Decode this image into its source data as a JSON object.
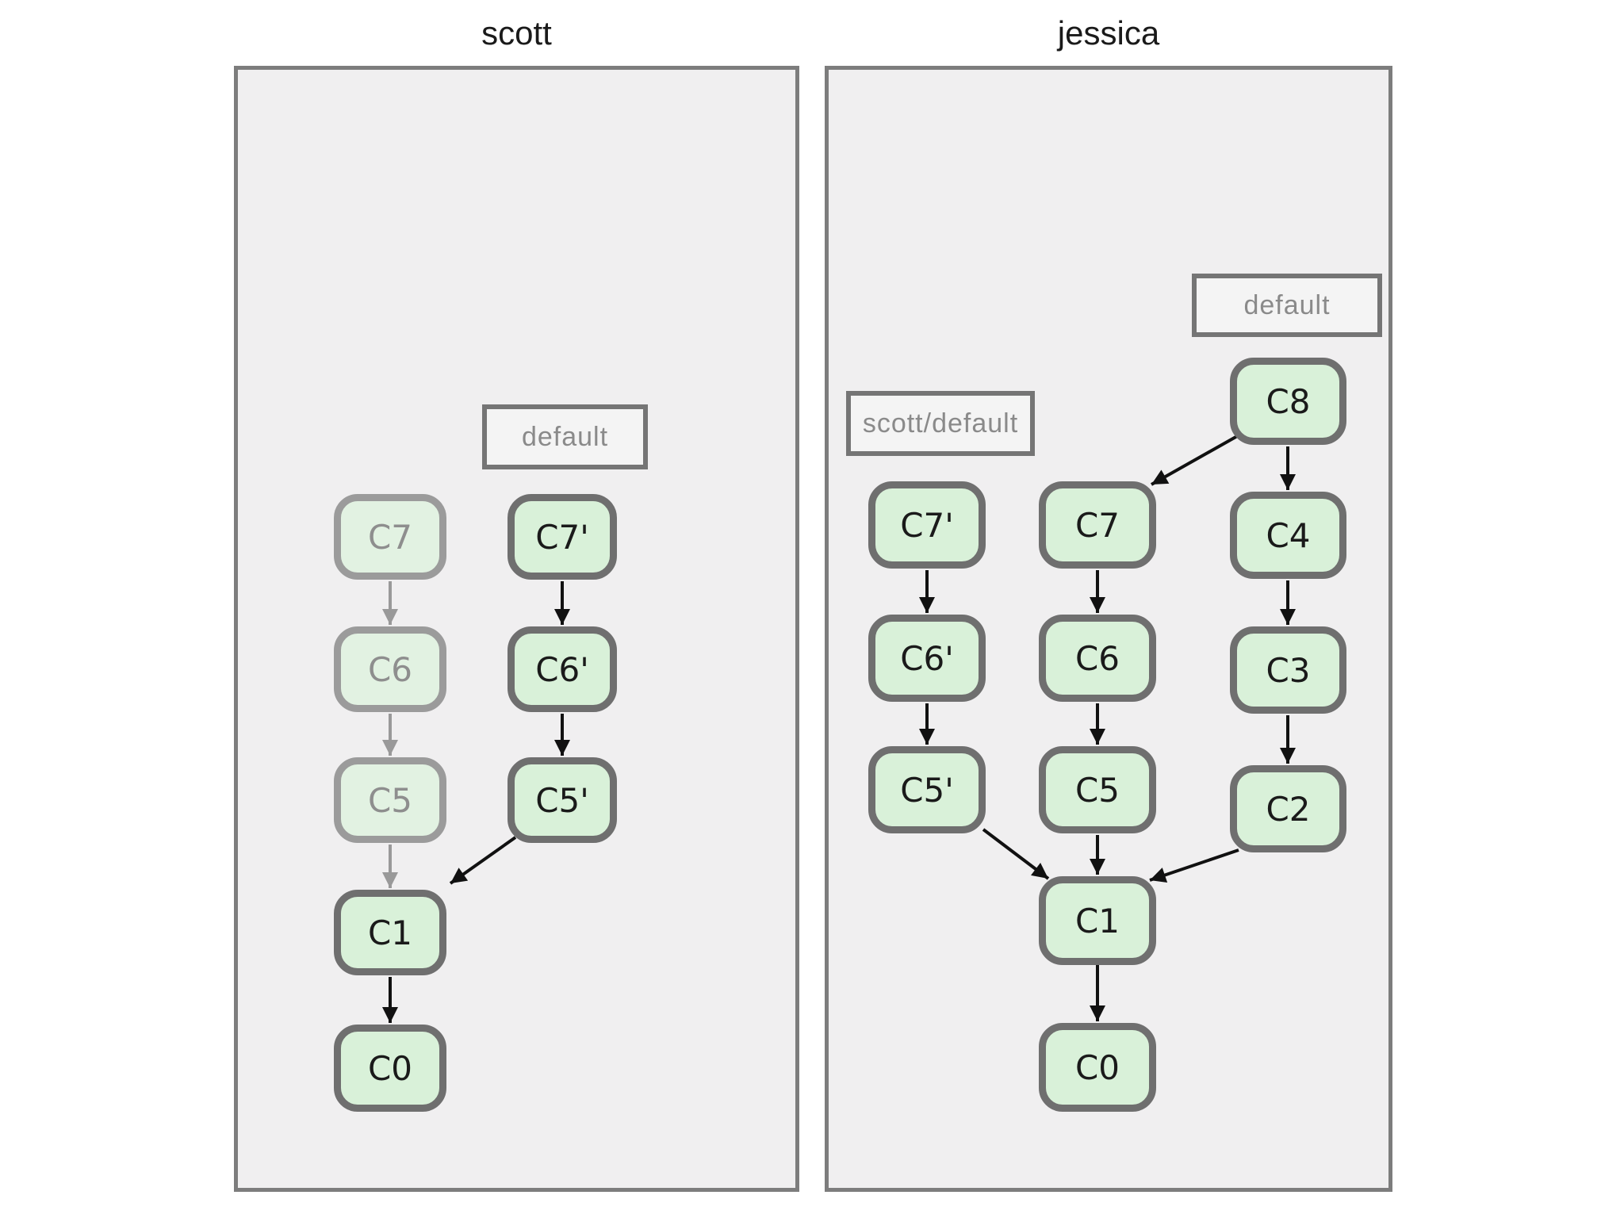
{
  "diagram": {
    "type": "git-commit-graph",
    "panels": [
      {
        "title": "scott",
        "branch_labels": [
          {
            "text": "default",
            "attached_to": "C7'"
          }
        ],
        "nodes": [
          {
            "label": "C7",
            "state": "faded"
          },
          {
            "label": "C6",
            "state": "faded"
          },
          {
            "label": "C5",
            "state": "faded"
          },
          {
            "label": "C1",
            "state": "normal"
          },
          {
            "label": "C0",
            "state": "normal"
          },
          {
            "label": "C7'",
            "state": "normal"
          },
          {
            "label": "C6'",
            "state": "normal"
          },
          {
            "label": "C5'",
            "state": "normal"
          }
        ],
        "edges": [
          {
            "from": "C7",
            "to": "C6",
            "style": "faded"
          },
          {
            "from": "C6",
            "to": "C5",
            "style": "faded"
          },
          {
            "from": "C5",
            "to": "C1",
            "style": "faded"
          },
          {
            "from": "C7'",
            "to": "C6'",
            "style": "normal"
          },
          {
            "from": "C6'",
            "to": "C5'",
            "style": "normal"
          },
          {
            "from": "C5'",
            "to": "C1",
            "style": "normal"
          },
          {
            "from": "C1",
            "to": "C0",
            "style": "normal"
          }
        ]
      },
      {
        "title": "jessica",
        "branch_labels": [
          {
            "text": "scott/default",
            "attached_to": "C7'"
          },
          {
            "text": "default",
            "attached_to": "C8"
          }
        ],
        "nodes": [
          {
            "label": "C8",
            "state": "normal"
          },
          {
            "label": "C7'",
            "state": "normal"
          },
          {
            "label": "C7",
            "state": "normal"
          },
          {
            "label": "C4",
            "state": "normal"
          },
          {
            "label": "C6'",
            "state": "normal"
          },
          {
            "label": "C6",
            "state": "normal"
          },
          {
            "label": "C3",
            "state": "normal"
          },
          {
            "label": "C5'",
            "state": "normal"
          },
          {
            "label": "C5",
            "state": "normal"
          },
          {
            "label": "C2",
            "state": "normal"
          },
          {
            "label": "C1",
            "state": "normal"
          },
          {
            "label": "C0",
            "state": "normal"
          }
        ],
        "edges": [
          {
            "from": "C8",
            "to": "C7",
            "style": "normal"
          },
          {
            "from": "C8",
            "to": "C4",
            "style": "normal"
          },
          {
            "from": "C7'",
            "to": "C6'",
            "style": "normal"
          },
          {
            "from": "C6'",
            "to": "C5'",
            "style": "normal"
          },
          {
            "from": "C7",
            "to": "C6",
            "style": "normal"
          },
          {
            "from": "C6",
            "to": "C5",
            "style": "normal"
          },
          {
            "from": "C4",
            "to": "C3",
            "style": "normal"
          },
          {
            "from": "C3",
            "to": "C2",
            "style": "normal"
          },
          {
            "from": "C5'",
            "to": "C1",
            "style": "normal"
          },
          {
            "from": "C5",
            "to": "C1",
            "style": "normal"
          },
          {
            "from": "C2",
            "to": "C1",
            "style": "normal"
          },
          {
            "from": "C1",
            "to": "C0",
            "style": "normal"
          }
        ]
      }
    ],
    "colors": {
      "node_fill": "#d9f1d9",
      "node_border": "#6f6f6f",
      "node_text": "#1a1a1a",
      "faded_node_fill": "#e2f2e2",
      "faded_node_border": "#9b9b9b",
      "faded_node_text": "#8e8e8e",
      "edge": "#111111",
      "faded_edge": "#999999",
      "panel_bg": "#f0eff0",
      "panel_border": "#7d7d7d",
      "label_box_bg": "#f4f4f4",
      "label_box_border": "#757575",
      "label_box_text": "#8a8a8a",
      "page_bg": "#ffffff"
    }
  }
}
